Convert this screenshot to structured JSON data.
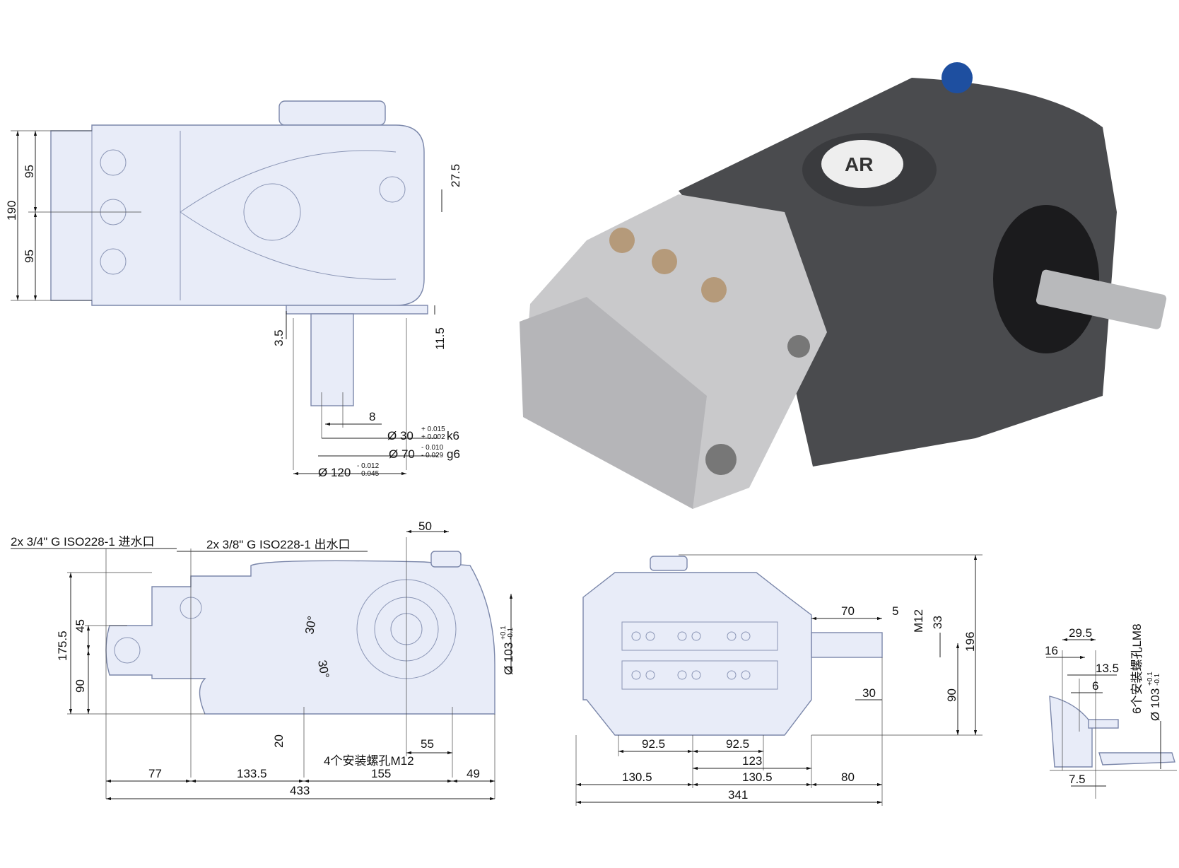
{
  "top_view": {
    "height_total": "190",
    "half_upper": "95",
    "half_lower": "95",
    "port_offset": "27.5",
    "shaft_gap": "3.5",
    "flange_offset": "11.5",
    "key_width": "8",
    "shaft_dia": {
      "label": "Ø 30",
      "upper": "+ 0.015",
      "lower": "+ 0.002",
      "fit": "k6"
    },
    "pilot_dia": {
      "label": "Ø 70",
      "upper": "- 0.010",
      "lower": "- 0.029",
      "fit": "g6"
    },
    "flange_dia": {
      "label": "Ø 120",
      "upper": "- 0.012",
      "lower": "- 0.045"
    }
  },
  "photo": {
    "logo": "AR",
    "colors": {
      "body": "#4a4b4e",
      "head": "#c9c9cb",
      "cap": "#1e4fa0"
    }
  },
  "side_view": {
    "inlet_label": "2x 3/4\" G ISO228-1 进水口",
    "outlet_label": "2x 3/8\" G ISO228-1 出水口",
    "dim_50": "50",
    "height_175_5": "175.5",
    "dim_45": "45",
    "dim_90": "90",
    "angle_upper": "30°",
    "angle_lower": "30°",
    "bolt_circle": {
      "label": "Ø 103",
      "upper": "+0.1",
      "lower": "-0.1"
    },
    "dim_20": "20",
    "dim_55": "55",
    "mount_holes": "4个安装螺孔M12",
    "dim_77": "77",
    "dim_133_5": "133.5",
    "dim_155": "155",
    "dim_49": "49",
    "length_total": "433"
  },
  "front_view": {
    "dim_70": "70",
    "dim_5": "5",
    "thread": "M12",
    "dim_33": "33",
    "height_196": "196",
    "dim_30": "30",
    "dim_90": "90",
    "dim_92_5_a": "92.5",
    "dim_92_5_b": "92.5",
    "dim_123": "123",
    "dim_130_5_a": "130.5",
    "dim_130_5_b": "130.5",
    "dim_80": "80",
    "width_341": "341"
  },
  "section_view": {
    "dim_29_5": "29.5",
    "dim_16": "16",
    "dim_13_5": "13.5",
    "dim_6": "6",
    "mount_holes": "6个安装螺孔LM8",
    "bolt_circle": {
      "label": "Ø 103",
      "upper": "+0.1",
      "lower": "-0.1"
    },
    "dim_7_5": "7.5"
  }
}
